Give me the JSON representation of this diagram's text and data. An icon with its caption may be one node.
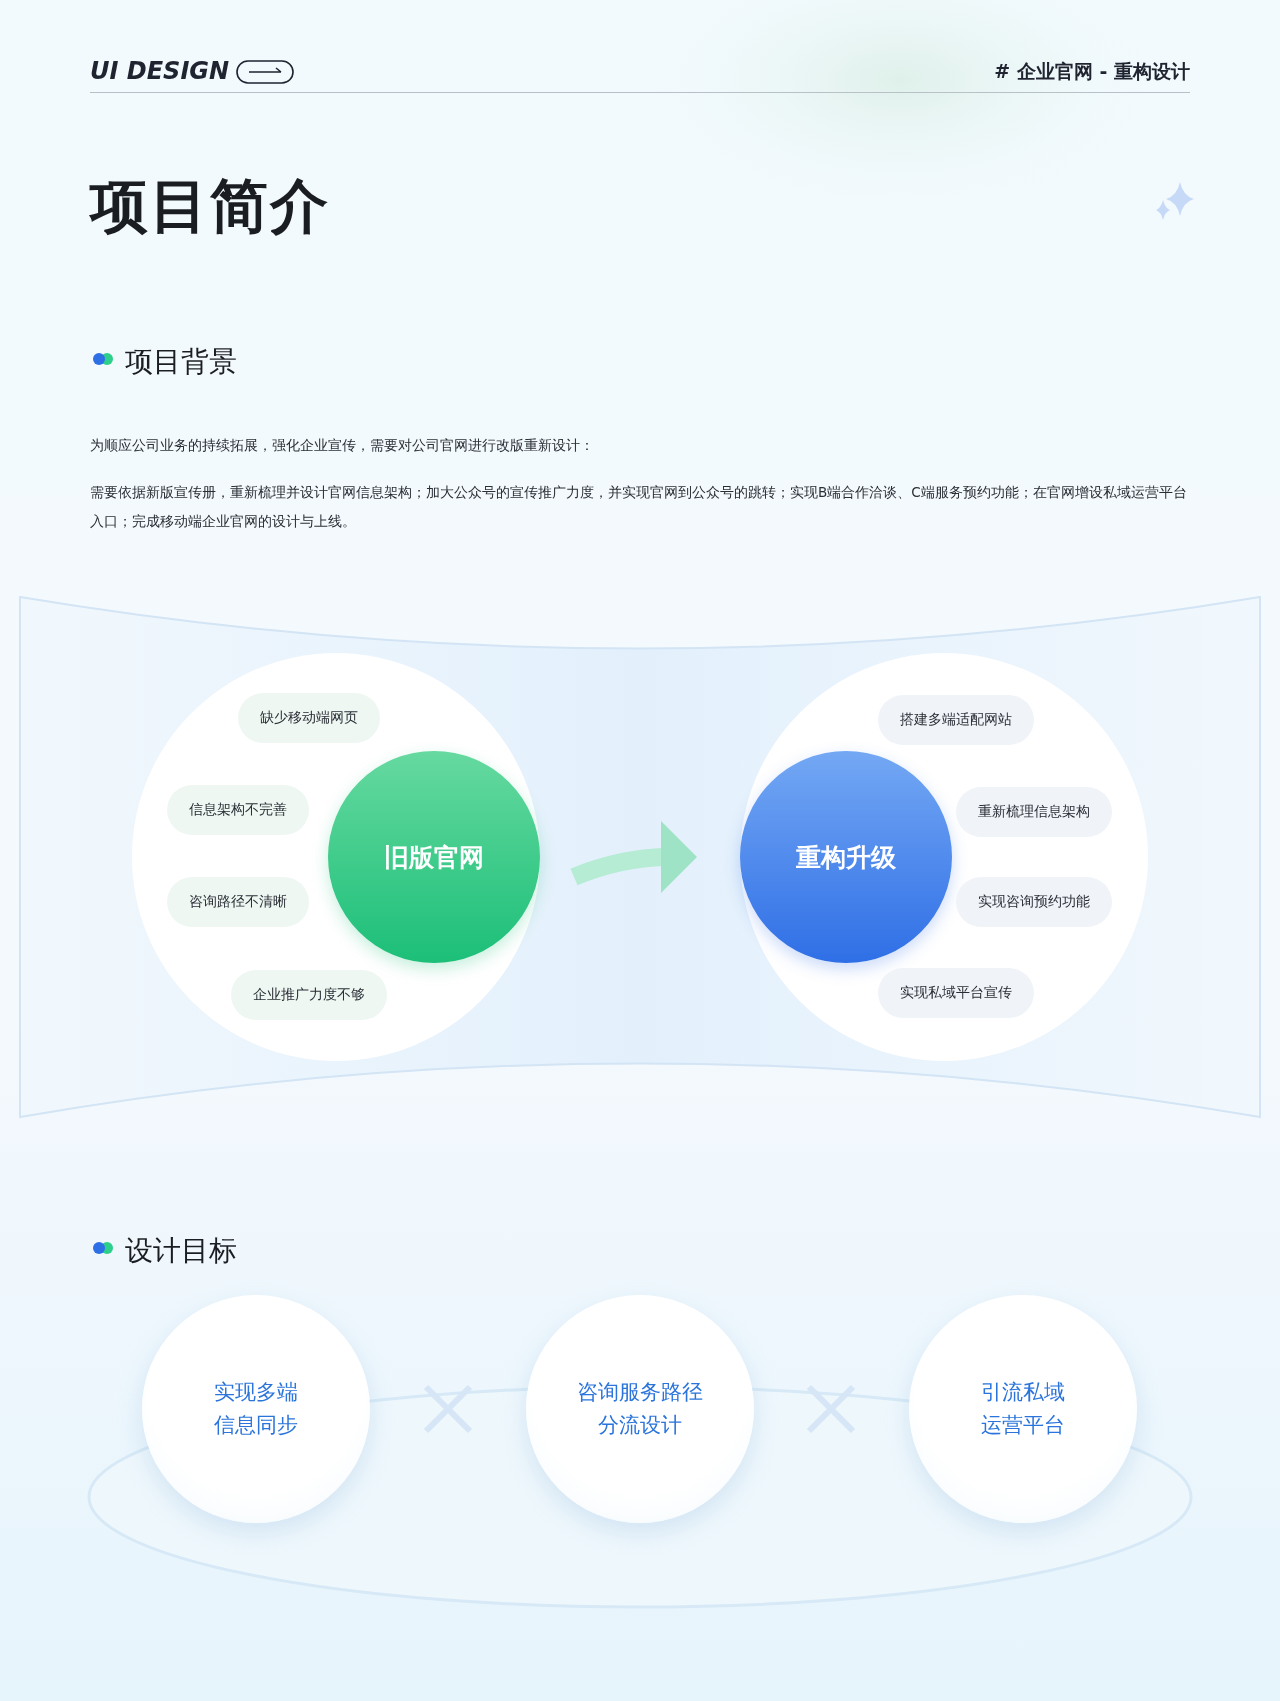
{
  "diagram": {
    "title": "项目简介",
    "nodes": [
      {
        "text": [],
        "shape": "circle"
      },
      {
        "text": [
          "旧版官网"
        ],
        "in": 0
      },
      {
        "text": [
          "缺少移动端网页"
        ],
        "in": 0
      },
      {
        "text": [
          "信息架构不完善"
        ],
        "in": 0
      },
      {
        "text": [
          "咨询路径不清晰"
        ],
        "in": 0
      },
      {
        "text": [
          "企业推广力度不够"
        ],
        "in": 0
      },
      {
        "text": [],
        "shape": "circle"
      },
      {
        "text": [
          "重构升级"
        ],
        "in": 6
      },
      {
        "text": [
          "搭建多端适配网站"
        ],
        "in": 6
      },
      {
        "text": [
          "重新梳理信息架构"
        ],
        "in": 6
      },
      {
        "text": [
          "实现咨询预约功能"
        ],
        "in": 6
      },
      {
        "text": [
          "实现私域平台宣传"
        ],
        "in": 6
      },
      {
        "text": [
          "实现多端信息同步"
        ]
      },
      {
        "text": [
          "咨询服务路径分流设计"
        ]
      },
      {
        "text": [
          "引流私域运营平台"
        ]
      }
    ],
    "edges": [
      {
        "from": 1,
        "to": 7,
        "arrow": "to"
      }
    ],
    "labels": [
      "UI DESIGN",
      "# 企业官网 - 重构设计",
      "项目背景",
      "为顺应公司业务的持续拓展，强化企业宣传，需要对公司官网进行改版重新设计：",
      "需要依据新版宣传册，重新梳理并设计官网信息架构；加大公众号的宣传推广力度，并实现官网到公众号的跳转；实现B端合作洽谈、C端服务预约功能；在官网增设私域运营平台入口；完成移动端企业官网的设计与上线。",
      "设计目标"
    ]
  }
}
